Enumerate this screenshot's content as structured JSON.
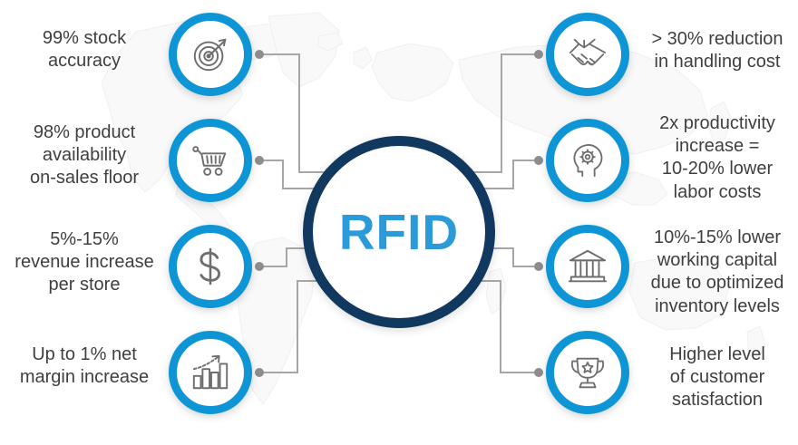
{
  "center": {
    "label": "RFID",
    "ring_color": "#11385e",
    "text_color": "#2b9ad9"
  },
  "theme": {
    "node_ring_color": "#0d95d6",
    "connector_color": "#a6a6a6",
    "caption_color": "#3f3f3f",
    "background": "#ffffff"
  },
  "left_nodes": [
    {
      "icon": "target-arrow-icon",
      "caption": "99% stock\naccuracy"
    },
    {
      "icon": "shopping-cart-icon",
      "caption": "98% product\navailability\non-sales floor"
    },
    {
      "icon": "dollar-sign-icon",
      "caption": "5%-15%\nrevenue increase\nper store"
    },
    {
      "icon": "bar-chart-growth-icon",
      "caption": "Up to 1% net\nmargin increase"
    }
  ],
  "right_nodes": [
    {
      "icon": "handshake-icon",
      "caption": "> 30% reduction\nin handling cost"
    },
    {
      "icon": "head-gear-icon",
      "caption": "2x productivity\nincrease =\n10-20% lower\nlabor costs"
    },
    {
      "icon": "bank-building-icon",
      "caption": "10%-15% lower\nworking capital\ndue to optimized\ninventory levels"
    },
    {
      "icon": "trophy-star-icon",
      "caption": "Higher level\nof customer\nsatisfaction"
    }
  ]
}
